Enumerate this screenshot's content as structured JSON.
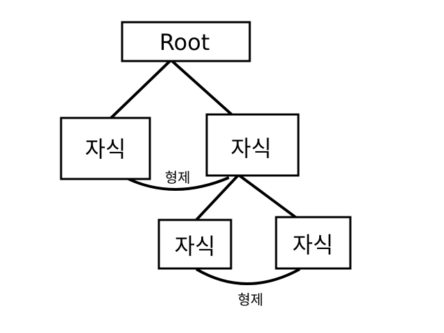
{
  "nodes": {
    "root": "Root",
    "child_left": "자식",
    "child_right": "자식",
    "grandchild_left": "자식",
    "grandchild_right": "자식"
  },
  "labels": {
    "sibling_top": "형제",
    "sibling_bottom": "형제"
  }
}
